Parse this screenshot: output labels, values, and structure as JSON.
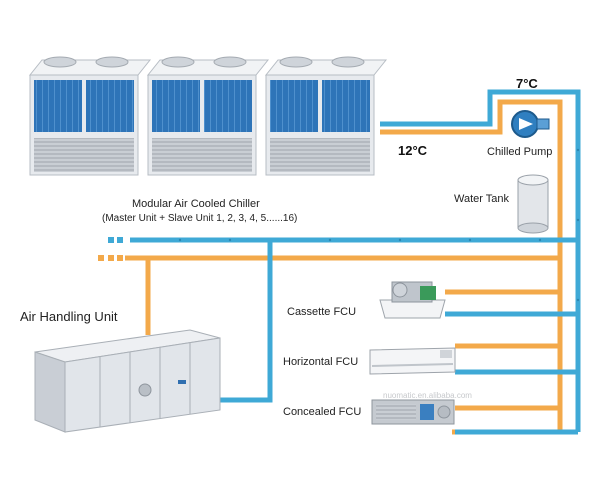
{
  "labels": {
    "temp_supply": "7°C",
    "temp_return": "12°C",
    "chilled_pump": "Chilled Pump",
    "water_tank": "Water Tank",
    "chiller_title": "Modular Air Cooled Chiller",
    "chiller_sub": "(Master Unit + Slave Unit 1, 2, 3, 4, 5......16)",
    "ahu": "Air Handling Unit",
    "cassette": "Cassette FCU",
    "horizontal": "Horizontal FCU",
    "concealed": "Concealed FCU",
    "watermark": "nuomatic.en.alibaba.com"
  },
  "colors": {
    "supply_pipe": "#3fa9d6",
    "return_pipe": "#f3a94a",
    "chiller_coil": "#2a6fb0",
    "unit_body": "#dfe3e8"
  }
}
